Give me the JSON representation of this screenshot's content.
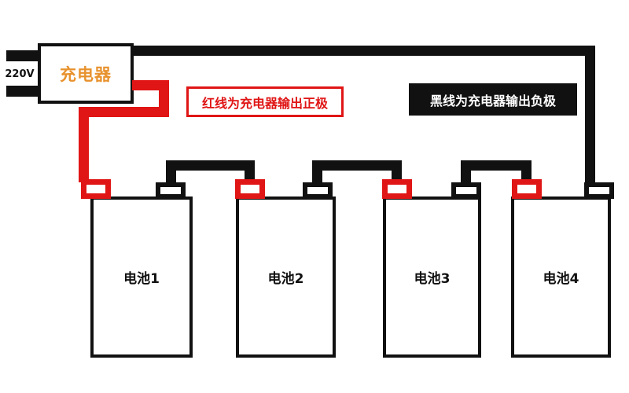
{
  "colors": {
    "wire_red": "#e01515",
    "wire_black": "#111111",
    "charger_label_orange": "#e8922e",
    "background": "#ffffff"
  },
  "charger": {
    "label": "充电器",
    "voltage_label": "220V"
  },
  "notes": {
    "red_wire_note": "红线为充电器输出正极",
    "black_wire_note": "黑线为充电器输出负极"
  },
  "batteries": [
    {
      "label": "电池1"
    },
    {
      "label": "电池2"
    },
    {
      "label": "电池3"
    },
    {
      "label": "电池4"
    }
  ]
}
